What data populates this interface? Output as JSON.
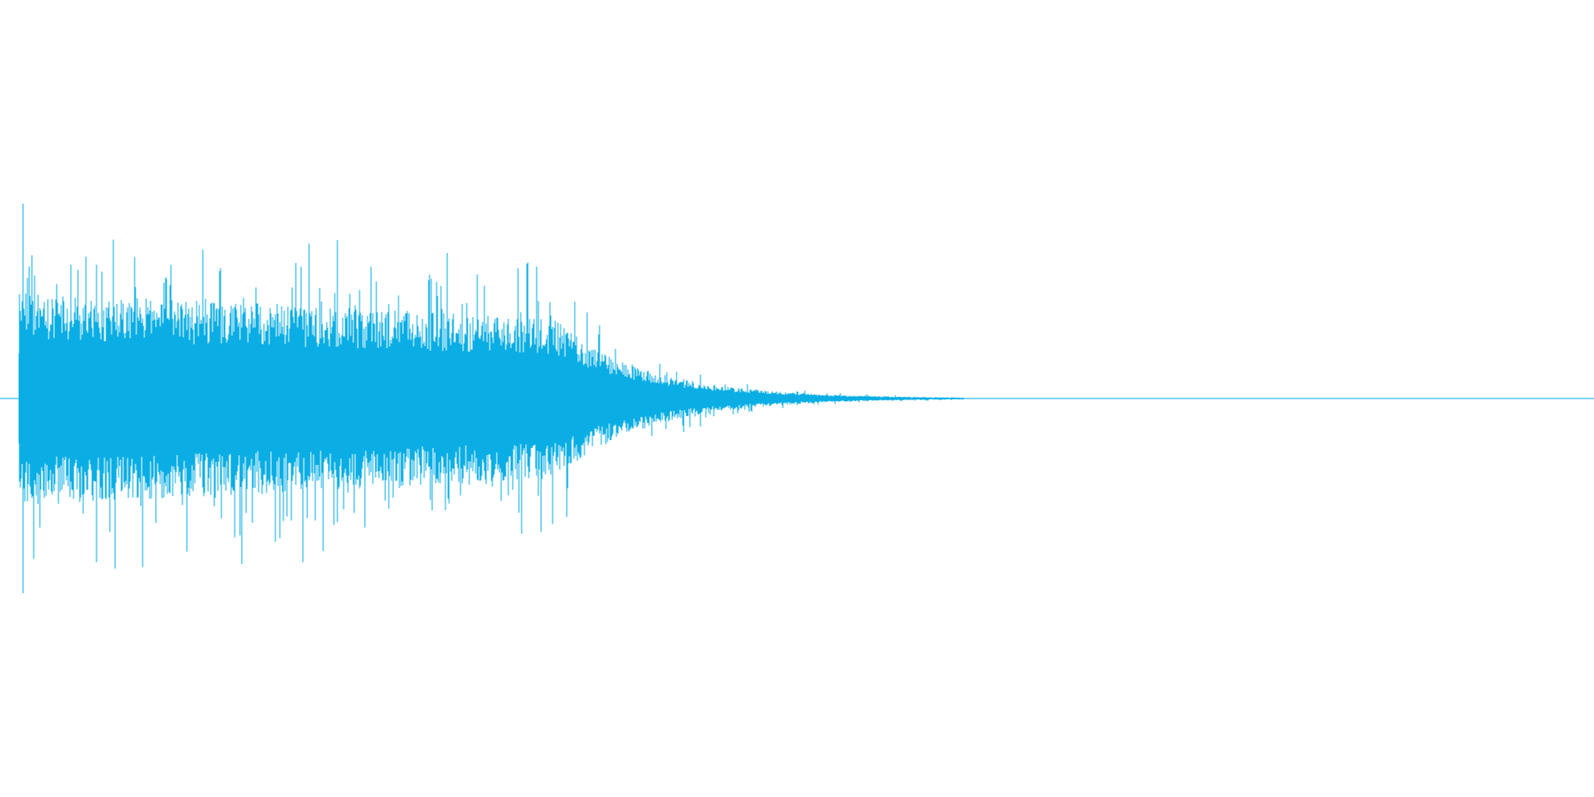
{
  "waveform": {
    "color": "#0aaee4",
    "background": "#ffffff",
    "envelope": {
      "peak_amplitude": 1.0,
      "body_amplitude_start": 0.55,
      "decay_midpoint_fraction": 0.34,
      "silence_start_fraction": 0.6
    }
  }
}
